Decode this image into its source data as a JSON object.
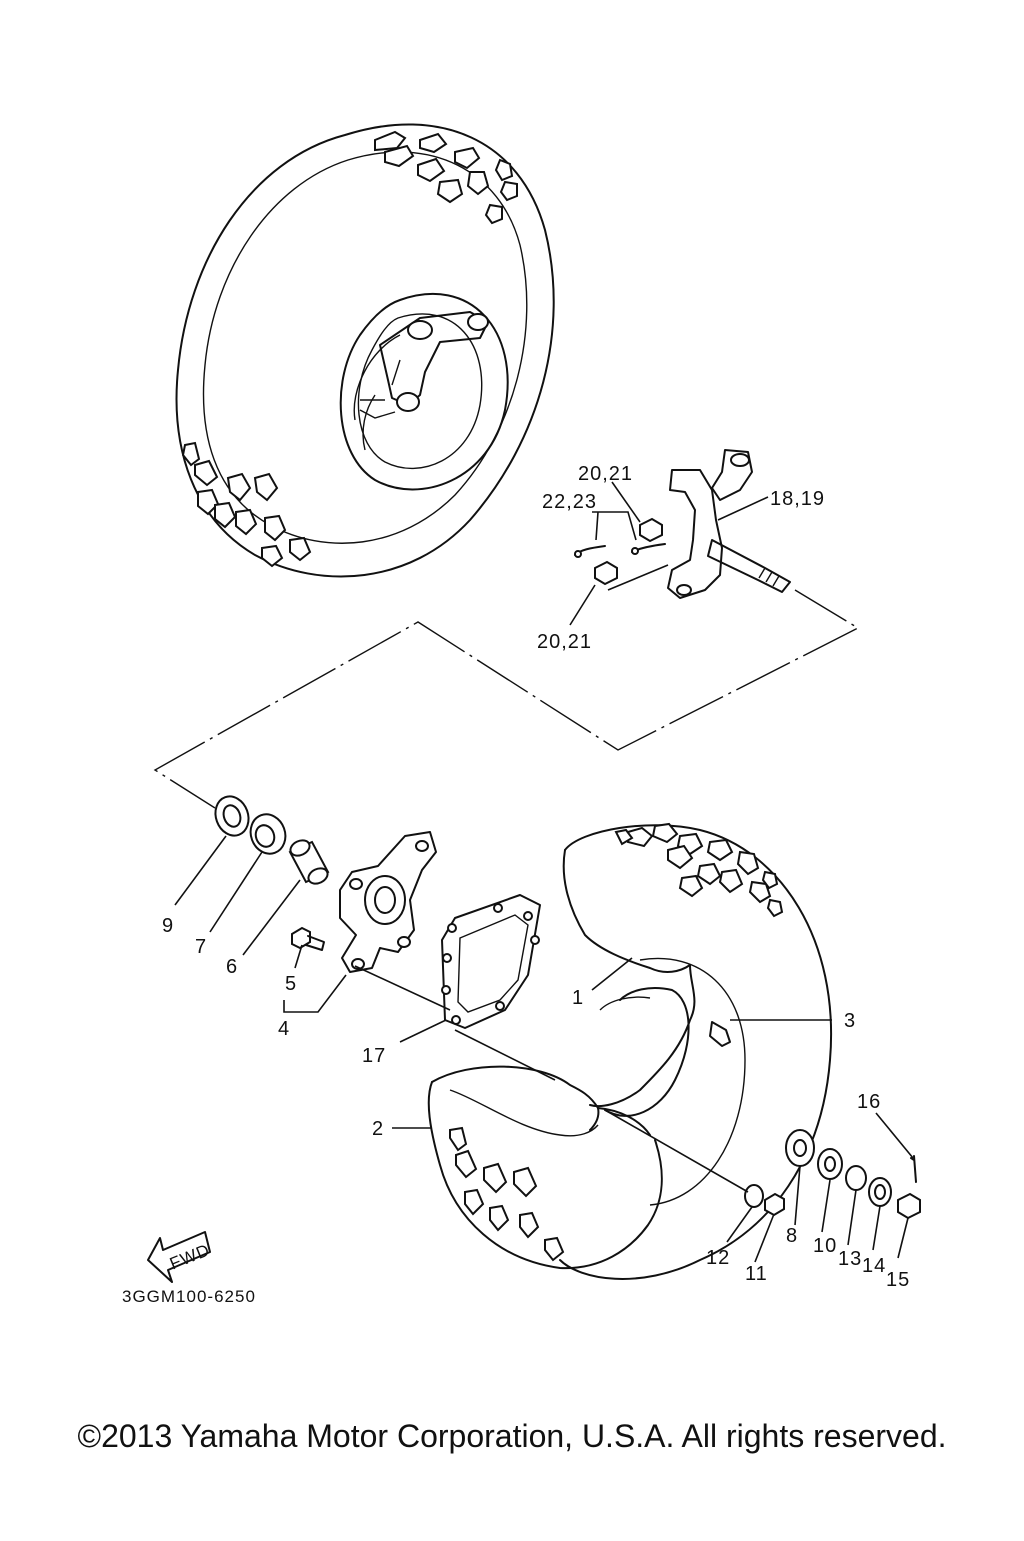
{
  "diagram": {
    "code": "3GGM100-6250",
    "fwd_label": "FWD",
    "callouts": {
      "c1": "1",
      "c2": "2",
      "c3": "3",
      "c4": "4",
      "c5": "5",
      "c6": "6",
      "c7": "7",
      "c8": "8",
      "c9": "9",
      "c10": "10",
      "c11": "11",
      "c12": "12",
      "c13": "13",
      "c14": "14",
      "c15": "15",
      "c16": "16",
      "c17": "17",
      "c18_19": "18,19",
      "c20_21_top": "20,21",
      "c22_23": "22,23",
      "c20_21_bottom": "20,21"
    }
  },
  "footer": {
    "copyright": "©2013 Yamaha Motor Corporation, U.S.A. All rights reserved."
  }
}
